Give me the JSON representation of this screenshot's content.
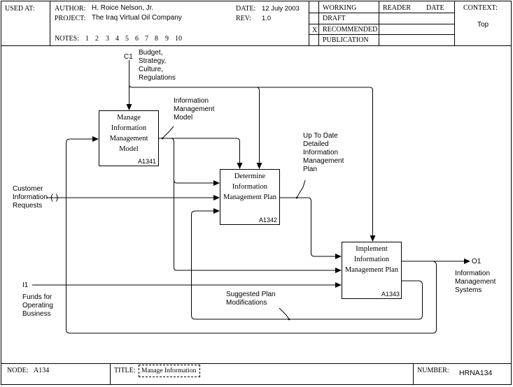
{
  "header": {
    "used_at_label": "USED AT:",
    "author_label": "AUTHOR:",
    "author": "H. Roice Nelson, Jr.",
    "project_label": "PROJECT:",
    "project": "The Iraq Virtual Oil Company",
    "date_label": "DATE:",
    "date": "12 July 2003",
    "rev_label": "REV:",
    "rev": "1.0",
    "notes_label": "NOTES:",
    "notes_numbers": [
      "1",
      "2",
      "3",
      "4",
      "5",
      "6",
      "7",
      "8",
      "9",
      "10"
    ],
    "status_items": [
      {
        "label": "WORKING",
        "mark": ""
      },
      {
        "label": "DRAFT",
        "mark": ""
      },
      {
        "label": "RECOMMENDED",
        "mark": "X"
      },
      {
        "label": "PUBLICATION",
        "mark": ""
      }
    ],
    "reader_label": "READER",
    "reader_date_label": "DATE",
    "context_label": "CONTEXT:",
    "context_value": "Top"
  },
  "boxes": [
    {
      "label": "Manage Information Management Model",
      "number": "A1341"
    },
    {
      "label": "Determine Information Management Plan",
      "number": "A1342"
    },
    {
      "label": "Implement Information Management Plan",
      "number": "A1343"
    }
  ],
  "arrows": {
    "control_code": "C1",
    "control_label": "Budget, Strategy, Culture, Regulations",
    "input_code": "I1",
    "input_label": "Funds for Operating Business",
    "customer_label": "Customer Information Requests",
    "customer_tunnel": "( )",
    "output_code": "O1",
    "output_label": "Information Management Systems",
    "im_model_label": "Information Management Model",
    "plan_label": "Up To Date Detailed Information Management Plan",
    "suggested_label": "Suggested Plan Modifications"
  },
  "footer": {
    "node_label": "NODE:",
    "node_value": "A134",
    "title_label": "TITLE:",
    "title_value": "Manage Information",
    "number_label": "NUMBER:",
    "number_value": "HRNA134"
  }
}
